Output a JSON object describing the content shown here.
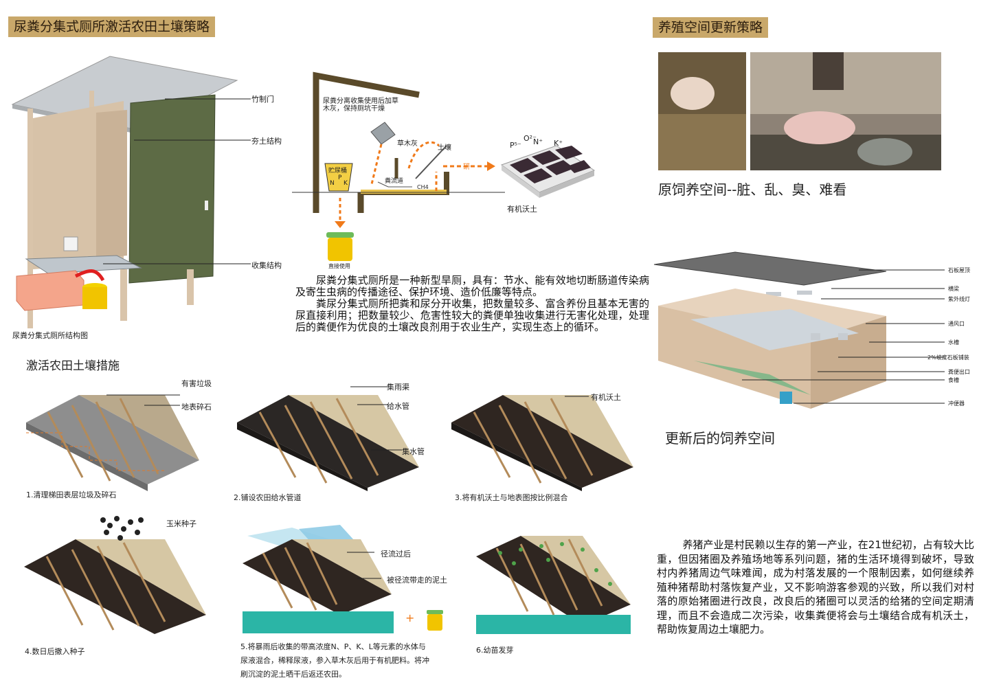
{
  "left_section": {
    "title": "尿粪分集式厕所激活农田土壤策略",
    "toilet": {
      "labels": {
        "door": "竹制门",
        "wall": "夯土结构",
        "collect": "收集结构"
      },
      "caption": "尿粪分集式厕所结构图"
    },
    "diagram": {
      "note": "尿粪分离收集使用后加草木灰，保持厕坑干燥",
      "ash": "草木灰",
      "soil": "土壤",
      "tank": "贮尿桶",
      "p": "P",
      "n": "N",
      "k": "K",
      "channel": "粪流道",
      "ch4": "CH4",
      "arrow": "研",
      "tray_labels": [
        "P⁵⁻",
        "O²⁻",
        "N⁺",
        "K⁺"
      ],
      "tray_caption": "有机沃土",
      "jar_caption": "直接使用"
    },
    "description": [
      "尿粪分集式厕所是一种新型旱厕，具有：节水、能有效地切断肠道传染病及寄生虫病的传播途径、保护环境、造价低廉等特点。",
      "粪尿分集式厕所把粪和尿分开收集，把数量较多、富含养份且基本无害的尿直接利用；把数量较少、危害性较大的粪便单独收集进行无害化处理，处理后的粪便作为优良的土壤改良剂用于农业生产，实现生态上的循环。"
    ],
    "measures": {
      "title": "激活农田土壤措施",
      "steps": [
        {
          "caption": "1.清理梯田表层垃圾及碎石",
          "labels": [
            "有害垃圾",
            "地表碎石"
          ]
        },
        {
          "caption": "2.铺设农田给水管道",
          "labels": [
            "集雨渠",
            "给水管",
            "集水管"
          ]
        },
        {
          "caption": "3.将有机沃土与地表图按比例混合",
          "labels": [
            "有机沃土"
          ]
        },
        {
          "caption": "4.数日后撒入种子",
          "labels": [
            "玉米种子"
          ]
        },
        {
          "caption": "5.将暴雨后收集的带高浓度N、P、K、L等元素的水体与尿液混合，稀释尿液，参入草木灰后用于有机肥料。将冲刷沉淀的泥土晒干后返还农田。",
          "labels": [
            "径流过后",
            "被径流带走的泥土"
          ]
        },
        {
          "caption": "6.幼苗发芽",
          "labels": []
        }
      ]
    }
  },
  "right_section": {
    "title": "养殖空间更新策略",
    "photo_caption": "原饲养空间--脏、乱、臭、难看",
    "model_labels": [
      "石板屋顶",
      "横梁",
      "紫外线灯",
      "通风口",
      "水槽",
      "2%坡度石板铺装",
      "粪便出口",
      "食槽",
      "冲便器"
    ],
    "model_caption": "更新后的饲养空间",
    "description": "养猪产业是村民赖以生存的第一产业，在21世纪初，占有较大比重，但因猪圈及养殖场地等系列问题，猪的生活环境得到破坏，导致村内养猪周边气味难闻，成为村落发展的一个限制因素，如何继续养殖种猪帮助村落恢复产业，又不影响游客参观的兴致，所以我们对村落的原始猪圈进行改良，改良后的猪圈可以灵活的给猪的空间定期清理，而且不会造成二次污染，收集粪便将会与土壤结合成有机沃土，帮助恢复周边土壤肥力。"
  },
  "colors": {
    "accent": "#c9a86a",
    "door": "#5d6b45",
    "soil": "#2a221c",
    "water": "#2bb5a6",
    "arrow": "#f07a1a"
  }
}
